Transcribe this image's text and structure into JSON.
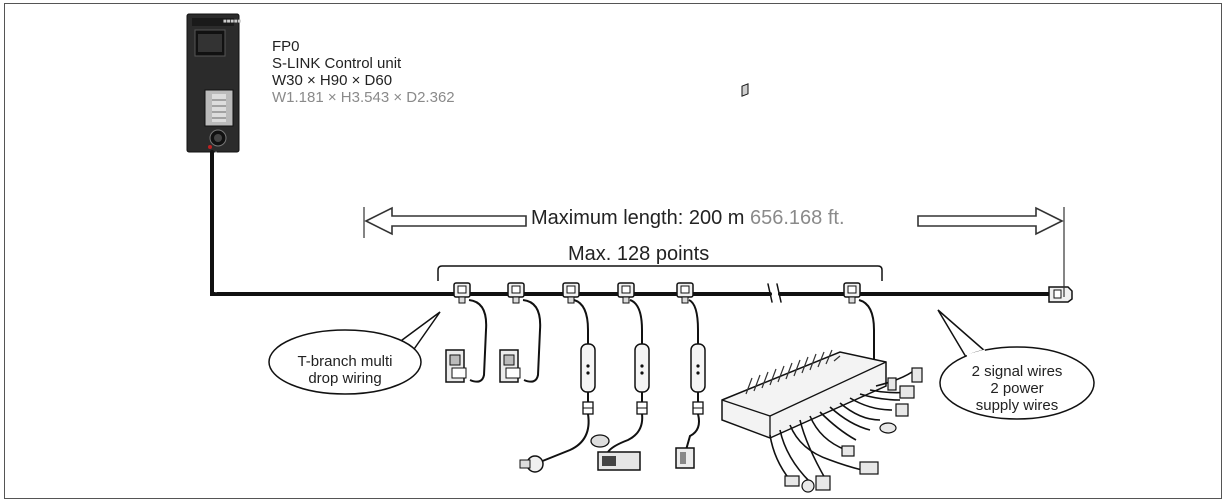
{
  "control_unit": {
    "model": "FP0",
    "name": "S-LINK Control unit",
    "dims_mm": "W30 × H90 × D60",
    "dims_in": "W1.181 × H3.543 × D2.362",
    "brand_mark": "■■■■■"
  },
  "length_label": {
    "text": "Maximum length: 200 m",
    "imperial": "656.168 ft."
  },
  "points_label": "Max. 128 points",
  "callout_left": {
    "line1": "T-branch multi",
    "line2": "drop wiring"
  },
  "callout_right": {
    "line1": "2 signal wires",
    "line2": "2 power",
    "line3": "supply wires"
  },
  "colors": {
    "frame": "#555555",
    "cable": "#111111",
    "arrow_outline": "#333333",
    "device_fill": "#f0f0f0",
    "unit_body": "#2b2b2b",
    "imperial_text": "#8a8a8a"
  },
  "icons": {
    "control_unit": "plc-unit-icon",
    "t_connector": "t-connector-icon",
    "terminal": "terminator-icon",
    "sensor": "sensor-icon",
    "io_module": "io-terminal-block-icon"
  }
}
